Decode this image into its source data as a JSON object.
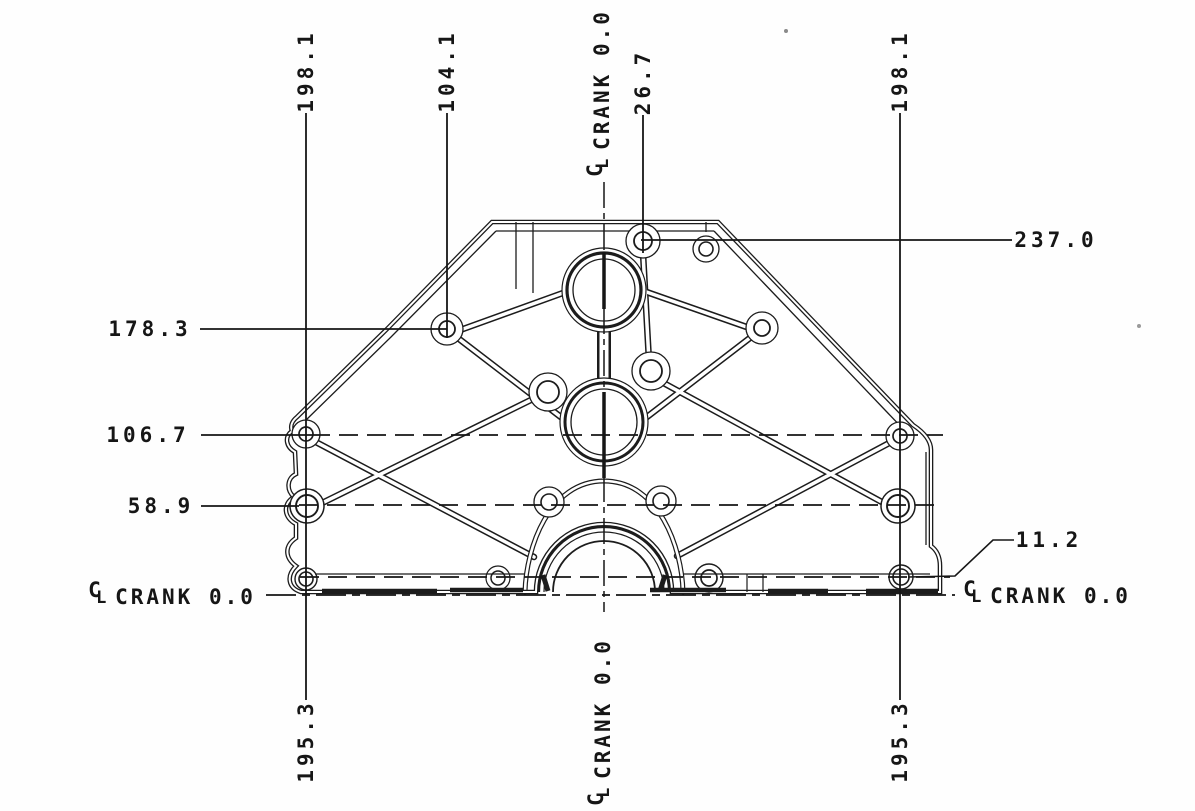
{
  "colors": {
    "ink": "#1c1c1c",
    "paper": "#ffffff"
  },
  "cl_symbol": {
    "c": "C",
    "l": "L"
  },
  "labels": {
    "top": [
      {
        "text": "198.1"
      },
      {
        "text": "104.1"
      },
      {
        "text": "26.7"
      },
      {
        "text": "198.1"
      }
    ],
    "top_center": {
      "text": "CRANK 0.0"
    },
    "left": [
      {
        "text": "178.3"
      },
      {
        "text": "106.7"
      },
      {
        "text": "58.9"
      }
    ],
    "left_center": {
      "text": "CRANK 0.0"
    },
    "right": [
      {
        "text": "237.0"
      },
      {
        "text": "11.2"
      }
    ],
    "right_center": {
      "text": "CRANK 0.0"
    },
    "bottom": [
      {
        "text": "195.3"
      },
      {
        "text": "195.3"
      }
    ],
    "bottom_center": {
      "text": "CRANK 0.0"
    }
  }
}
